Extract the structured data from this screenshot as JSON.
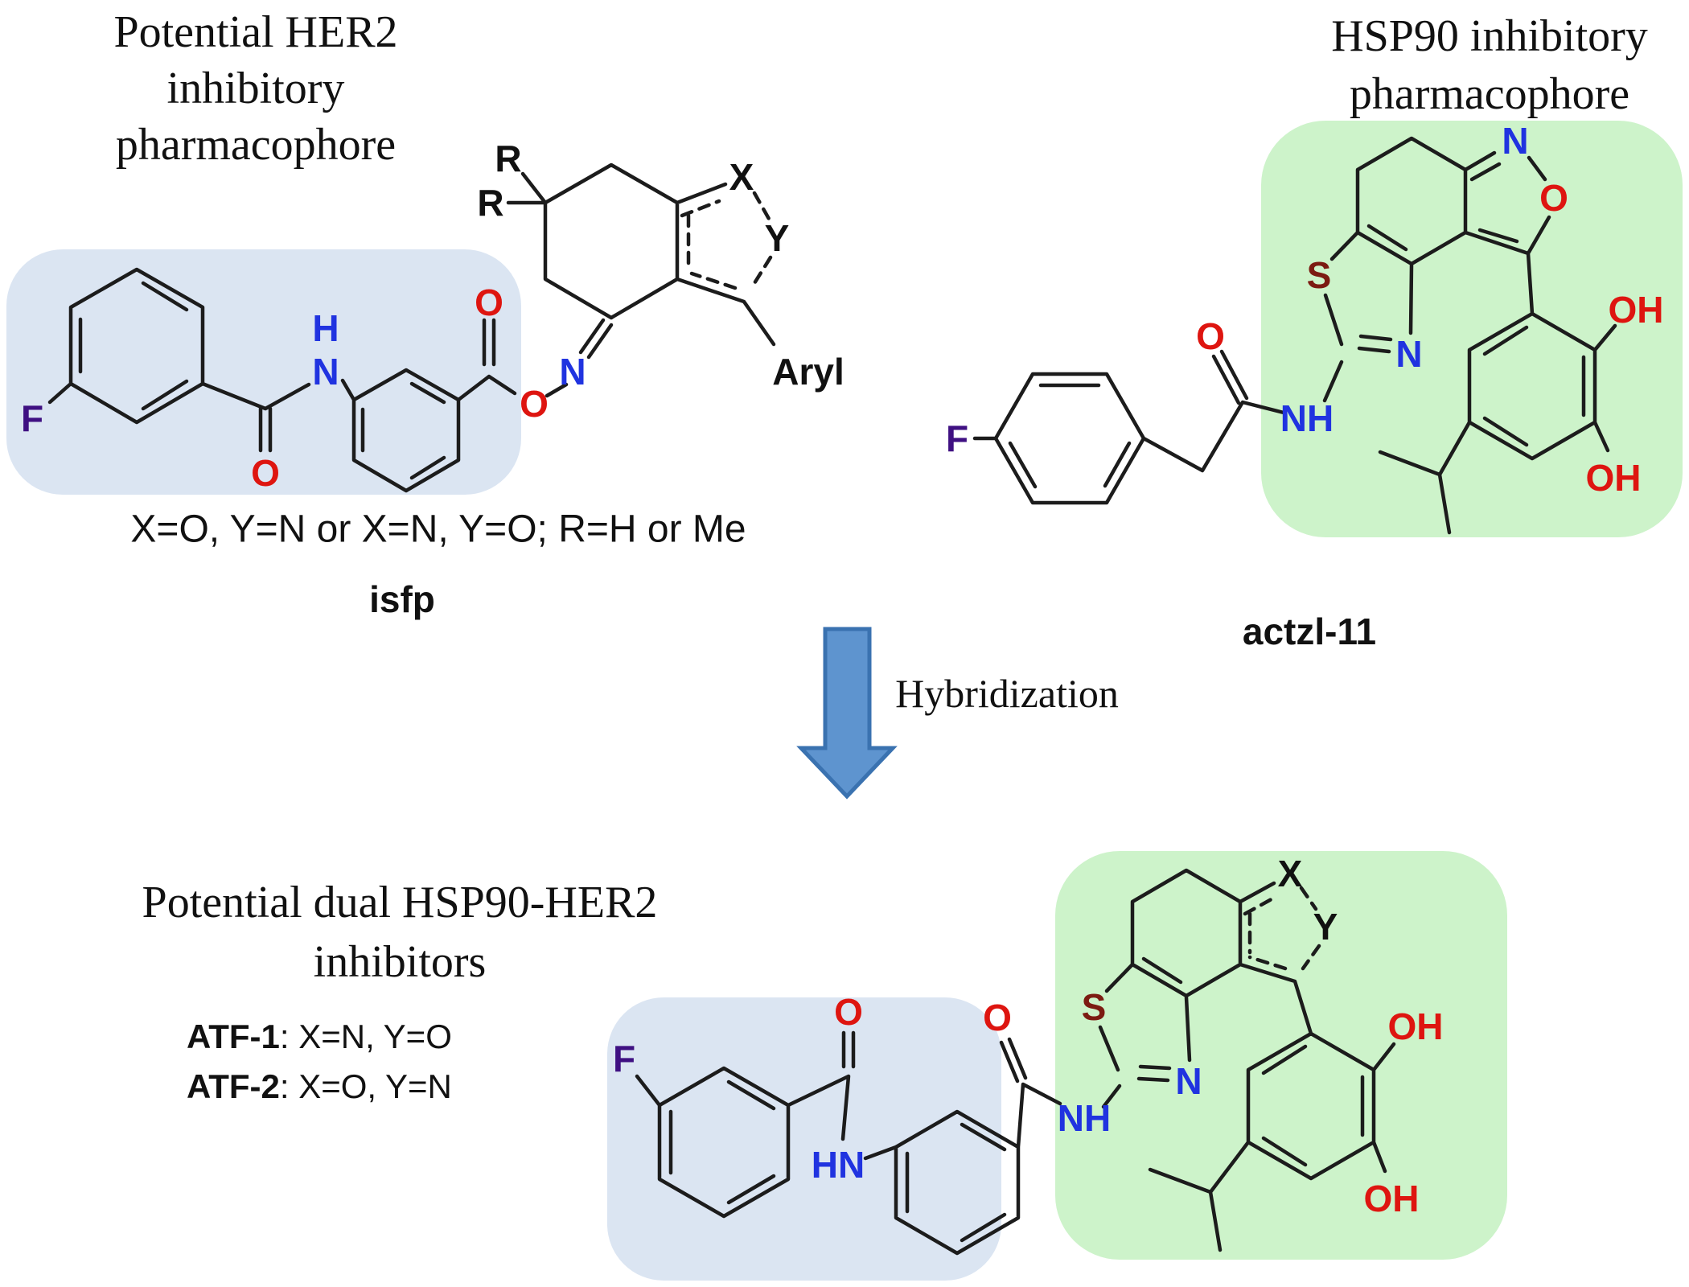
{
  "colors": {
    "background": "#ffffff",
    "her2_highlight": "#dbe5f2",
    "hsp90_highlight": "#cdf3ca",
    "arrow_fill": "#5e94cf",
    "arrow_border": "#3a72b0",
    "bond": "#1c1c1c",
    "nitrogen_blue": "#2033e0",
    "oxygen_red": "#de1510",
    "fluorine_purple": "#3f1082",
    "sulfur_maroon": "#7c1b12",
    "text_black": "#111111"
  },
  "her2_panel": {
    "title_lines": [
      "Potential HER2",
      "inhibitory",
      "pharmacophore"
    ],
    "substituent_note": "X=O, Y=N or X=N, Y=O; R=H or Me",
    "molecule_name": "isfp"
  },
  "hsp90_panel": {
    "title_lines": [
      "HSP90 inhibitory",
      "pharmacophore"
    ],
    "molecule_name": "actzl-11"
  },
  "hybridization": {
    "arrow_label": "Hybridization"
  },
  "product_panel": {
    "title_lines": [
      "Potential dual HSP90-HER2",
      "inhibitors"
    ],
    "variants": [
      {
        "name": "ATF-1",
        "substitution": ": X=N, Y=O"
      },
      {
        "name": "ATF-2",
        "substitution": ": X=O, Y=N"
      }
    ]
  },
  "atoms": {
    "F": "F",
    "O": "O",
    "N": "N",
    "H": "H",
    "NH": "NH",
    "HN": "HN",
    "S": "S",
    "OH": "OH",
    "X": "X",
    "Y": "Y",
    "R": "R",
    "Aryl": "Aryl"
  }
}
